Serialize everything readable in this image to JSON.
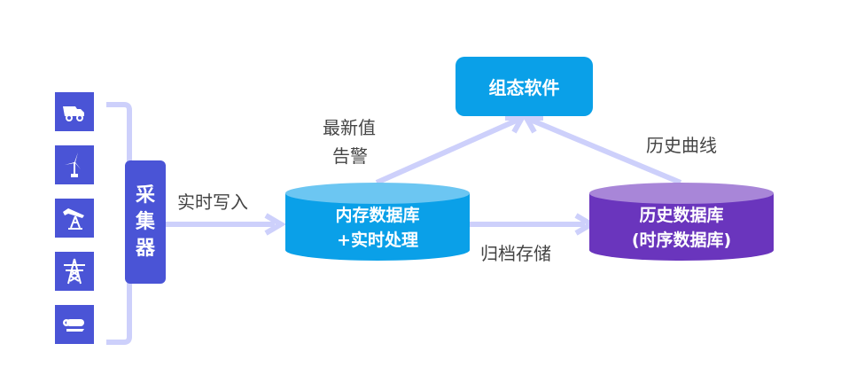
{
  "sources": [
    {
      "name": "mining-truck",
      "icon": "truck-icon"
    },
    {
      "name": "wind-turbine",
      "icon": "wind-turbine-icon"
    },
    {
      "name": "oil-pump",
      "icon": "oil-pump-icon"
    },
    {
      "name": "power-tower",
      "icon": "power-tower-icon"
    },
    {
      "name": "steel-roll",
      "icon": "steel-roll-icon"
    }
  ],
  "collector": {
    "label": "采集器"
  },
  "edges": {
    "realtime_write": "实时写入",
    "latest_value": "最新值",
    "alarm": "告警",
    "archive": "归档存储",
    "history_curve": "历史曲线"
  },
  "nodes": {
    "memory_db": {
      "line1": "内存数据库",
      "line2": "+实时处理"
    },
    "history_db": {
      "line1": "历史数据库",
      "line2": "(时序数据库)"
    },
    "scada": {
      "label": "组态软件"
    }
  },
  "colors": {
    "source_blue": "#4a54d6",
    "arrow": "#cdd0fb",
    "memory_db": "#0aa0e8",
    "memory_db_top": "#6cc6f2",
    "history_db": "#6a35bd",
    "history_db_top": "#a886d8",
    "scada": "#0aa0e8"
  }
}
